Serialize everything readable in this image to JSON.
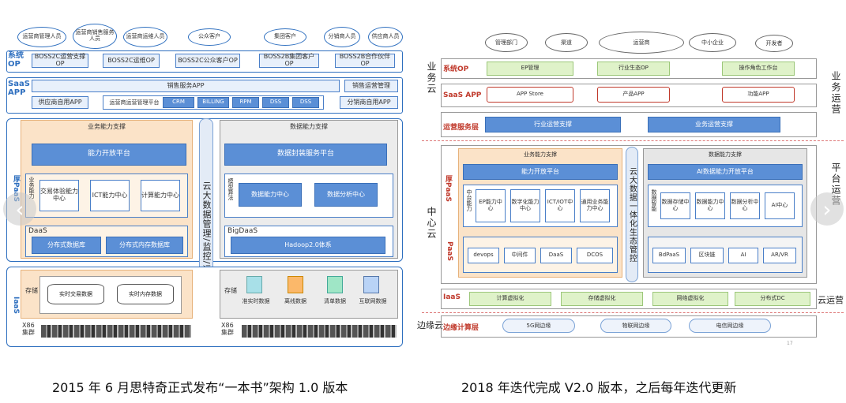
{
  "left": {
    "roles": [
      "运营商管理人员",
      "运营商销售服务人员",
      "运营商运维人员",
      "公众客户",
      "集团客户",
      "分销商人员",
      "供应商人员"
    ],
    "op_label": "系统OP",
    "op_items": [
      "BOSS2C运营支撑OP",
      "BOSS2C运维OP",
      "BOSS2C公众客户OP",
      "BOSS2B集团客户OP",
      "BOSS2B合作伙伴OP"
    ],
    "saas_label": "SaaS APP",
    "sales_app": "销售服务APP",
    "sales_ops": "销售运营管理",
    "supplier_app": "供应商自用APP",
    "ops_platform": "运营商运营管理平台",
    "saas_items": [
      "CRM",
      "BILLING",
      "RPM",
      "DSS",
      "DSS"
    ],
    "dist_app": "分销商自用APP",
    "biz_support": "业务能力支撑",
    "ability_open": "能力开放平台",
    "biz_ability": "业务能力",
    "biz_items": [
      "交易体验能力中心",
      "ICT能力中心",
      "计算能力中心"
    ],
    "daas": "DaaS",
    "db_items": [
      "分布式数据库",
      "分布式内存数据库"
    ],
    "paas_label": "厚PaaS",
    "cloud_col": "云大数据管理/监控/运维",
    "data_support": "数据能力支撑",
    "data_encap": "数据封装服务平台",
    "model_label": "模型算法",
    "data_items": [
      "数据能力中心",
      "数据分析中心"
    ],
    "bigdaas": "BigDaaS",
    "hadoop": "Hadoop2.0体系",
    "iaas_label": "IaaS",
    "storage": "存储",
    "left_cyl": [
      "实时交易数据",
      "实时内存数据"
    ],
    "right_files": [
      "准实时数据",
      "离线数据",
      "清单数据",
      "互联网数据"
    ],
    "x86": "X86集群",
    "x86_2": "X86集群"
  },
  "right": {
    "top_roles": [
      "管理部门",
      "渠道",
      "运营商",
      "中小企业",
      "开发者"
    ],
    "side_biz_cloud": "业务云",
    "side_center_cloud": "中心云",
    "side_edge_cloud": "边缘云",
    "right_labels": [
      "业务运营",
      "平台运营",
      "云运营"
    ],
    "sys_op": "系统OP",
    "sys_op_items": [
      "EP管理",
      "行业生态OP",
      "操作角色工作台"
    ],
    "saas_app": "SaaS APP",
    "saas_items": [
      "APP Store",
      "产品APP",
      "功能APP"
    ],
    "ops_layer": "运营服务层",
    "ops_items": [
      "行业运营支撑",
      "业务运营支撑"
    ],
    "biz_support": "业务能力支撑",
    "ability_open": "能力开放平台",
    "hou_paas": "厚PaaS",
    "center_ability": "中台能力",
    "biz_items": [
      "EP能力中心",
      "数字化能力中心",
      "ICT/IOT中心",
      "通用业务能力中心"
    ],
    "cloud_col": "云大数据一体化生态管控",
    "data_support": "数据能力支撑",
    "ai_open": "AI数据能力开放平台",
    "data_intel": "数据智能",
    "data_items": [
      "数据存储中心",
      "数据能力中心",
      "数据分析中心",
      "AI中心"
    ],
    "paas": "PaaS",
    "paas_items": [
      "devops",
      "中间件",
      "DaaS",
      "DCOS"
    ],
    "paas_items2": [
      "BdPaaS",
      "区块链",
      "AI",
      "AR/VR"
    ],
    "iaas": "IaaS",
    "iaas_items": [
      "计算虚拟化",
      "存储虚拟化",
      "网络虚拟化",
      "分布式DC"
    ],
    "edge": "边缘计算层",
    "edge_items": [
      "5G网边缘",
      "物联网边缘",
      "电信网边缘"
    ],
    "page_no": "17"
  },
  "captions": {
    "left": "2015 年 6 月思特奇正式发布“一本书”架构 1.0 版本",
    "right": "2018 年迭代完成 V2.0 版本，之后每年迭代更新"
  },
  "nav": {
    "prev": "‹",
    "next": "›"
  },
  "colors": {
    "accent": "#2e6fbf",
    "red": "#c0392b",
    "orange": "#fbe3c8",
    "green": "#dff2c9"
  }
}
